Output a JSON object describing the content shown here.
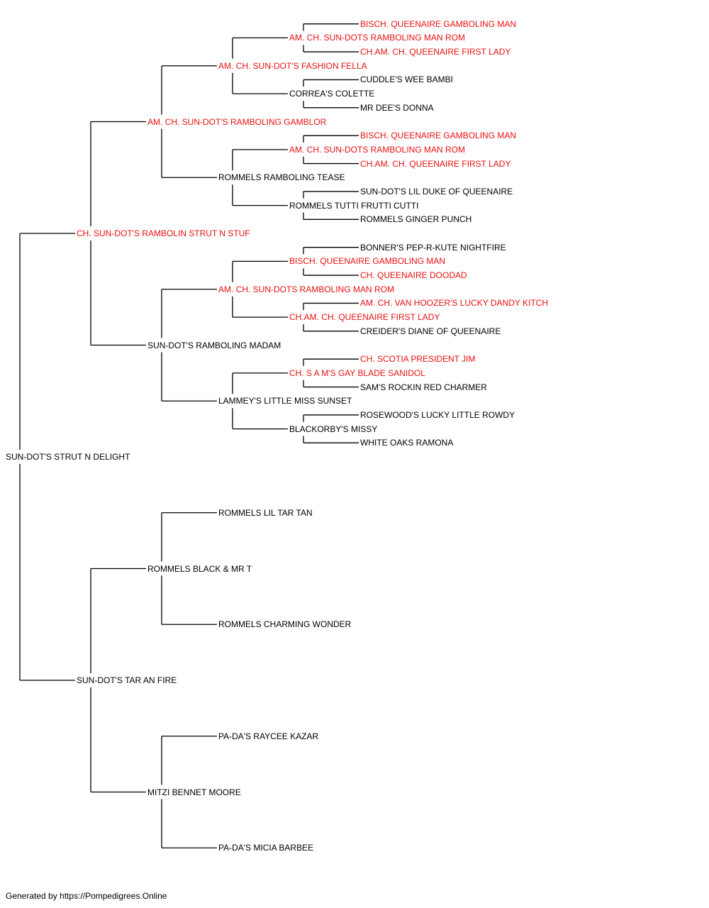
{
  "colors": {
    "champion": "#e81010",
    "normal": "#000000",
    "line": "#000000"
  },
  "pedigree": {
    "name": "SUN-DOT'S STRUT N DELIGHT",
    "red": false,
    "sire": {
      "name": "CH. SUN-DOT'S RAMBOLIN STRUT N STUF",
      "red": true,
      "sire": {
        "name": "AM. CH. SUN-DOT'S RAMBOLING GAMBLOR",
        "red": true,
        "sire": {
          "name": "AM. CH. SUN-DOT'S FASHION FELLA",
          "red": true,
          "sire": {
            "name": "AM. CH. SUN-DOTS RAMBOLING MAN ROM",
            "red": true,
            "sire": {
              "name": "BISCH. QUEENAIRE GAMBOLING MAN",
              "red": true
            },
            "dam": {
              "name": "CH.AM. CH. QUEENAIRE FIRST LADY",
              "red": true
            }
          },
          "dam": {
            "name": "CORREA'S COLETTE",
            "red": false,
            "sire": {
              "name": "CUDDLE'S WEE BAMBI",
              "red": false
            },
            "dam": {
              "name": "MR DEE'S DONNA",
              "red": false
            }
          }
        },
        "dam": {
          "name": "ROMMELS RAMBOLING TEASE",
          "red": false,
          "sire": {
            "name": "AM. CH. SUN-DOTS RAMBOLING MAN ROM",
            "red": true,
            "sire": {
              "name": "BISCH. QUEENAIRE GAMBOLING MAN",
              "red": true
            },
            "dam": {
              "name": "CH.AM. CH. QUEENAIRE FIRST LADY",
              "red": true
            }
          },
          "dam": {
            "name": "ROMMELS TUTTI FRUTTI CUTTI",
            "red": false,
            "sire": {
              "name": "SUN-DOT'S LIL DUKE OF QUEENAIRE",
              "red": false
            },
            "dam": {
              "name": "ROMMELS GINGER PUNCH",
              "red": false
            }
          }
        }
      },
      "dam": {
        "name": "SUN-DOT'S RAMBOLING MADAM",
        "red": false,
        "sire": {
          "name": "AM. CH. SUN-DOTS RAMBOLING MAN ROM",
          "red": true,
          "sire": {
            "name": "BISCH. QUEENAIRE GAMBOLING MAN",
            "red": true,
            "sire": {
              "name": "BONNER'S PEP-R-KUTE NIGHTFIRE",
              "red": false
            },
            "dam": {
              "name": "CH. QUEENAIRE DOODAD",
              "red": true
            }
          },
          "dam": {
            "name": "CH.AM. CH. QUEENAIRE FIRST LADY",
            "red": true,
            "sire": {
              "name": "AM. CH. VAN HOOZER'S LUCKY DANDY KITCH",
              "red": true
            },
            "dam": {
              "name": "CREIDER'S DIANE OF QUEENAIRE",
              "red": false
            }
          }
        },
        "dam": {
          "name": "LAMMEY'S LITTLE MISS SUNSET",
          "red": false,
          "sire": {
            "name": "CH. S A M'S GAY BLADE SANIDOL",
            "red": true,
            "sire": {
              "name": "CH. SCOTIA PRESIDENT JIM",
              "red": true
            },
            "dam": {
              "name": "SAM'S ROCKIN RED CHARMER",
              "red": false
            }
          },
          "dam": {
            "name": "BLACKORBY'S MISSY",
            "red": false,
            "sire": {
              "name": "ROSEWOOD'S LUCKY LITTLE ROWDY",
              "red": false
            },
            "dam": {
              "name": "WHITE OAKS RAMONA",
              "red": false
            }
          }
        }
      }
    },
    "dam": {
      "name": "SUN-DOT'S TAR AN FIRE",
      "red": false,
      "sire": {
        "name": "ROMMELS BLACK & MR T",
        "red": false,
        "sire": {
          "name": "ROMMELS LIL TAR TAN",
          "red": false
        },
        "dam": {
          "name": "ROMMELS CHARMING WONDER",
          "red": false
        }
      },
      "dam": {
        "name": "MITZI BENNET MOORE",
        "red": false,
        "sire": {
          "name": "PA-DA'S RAYCEE KAZAR",
          "red": false
        },
        "dam": {
          "name": "PA-DA'S MICIA BARBEE",
          "red": false
        }
      }
    }
  },
  "footer": "Generated by https://Pompedigrees.Online"
}
